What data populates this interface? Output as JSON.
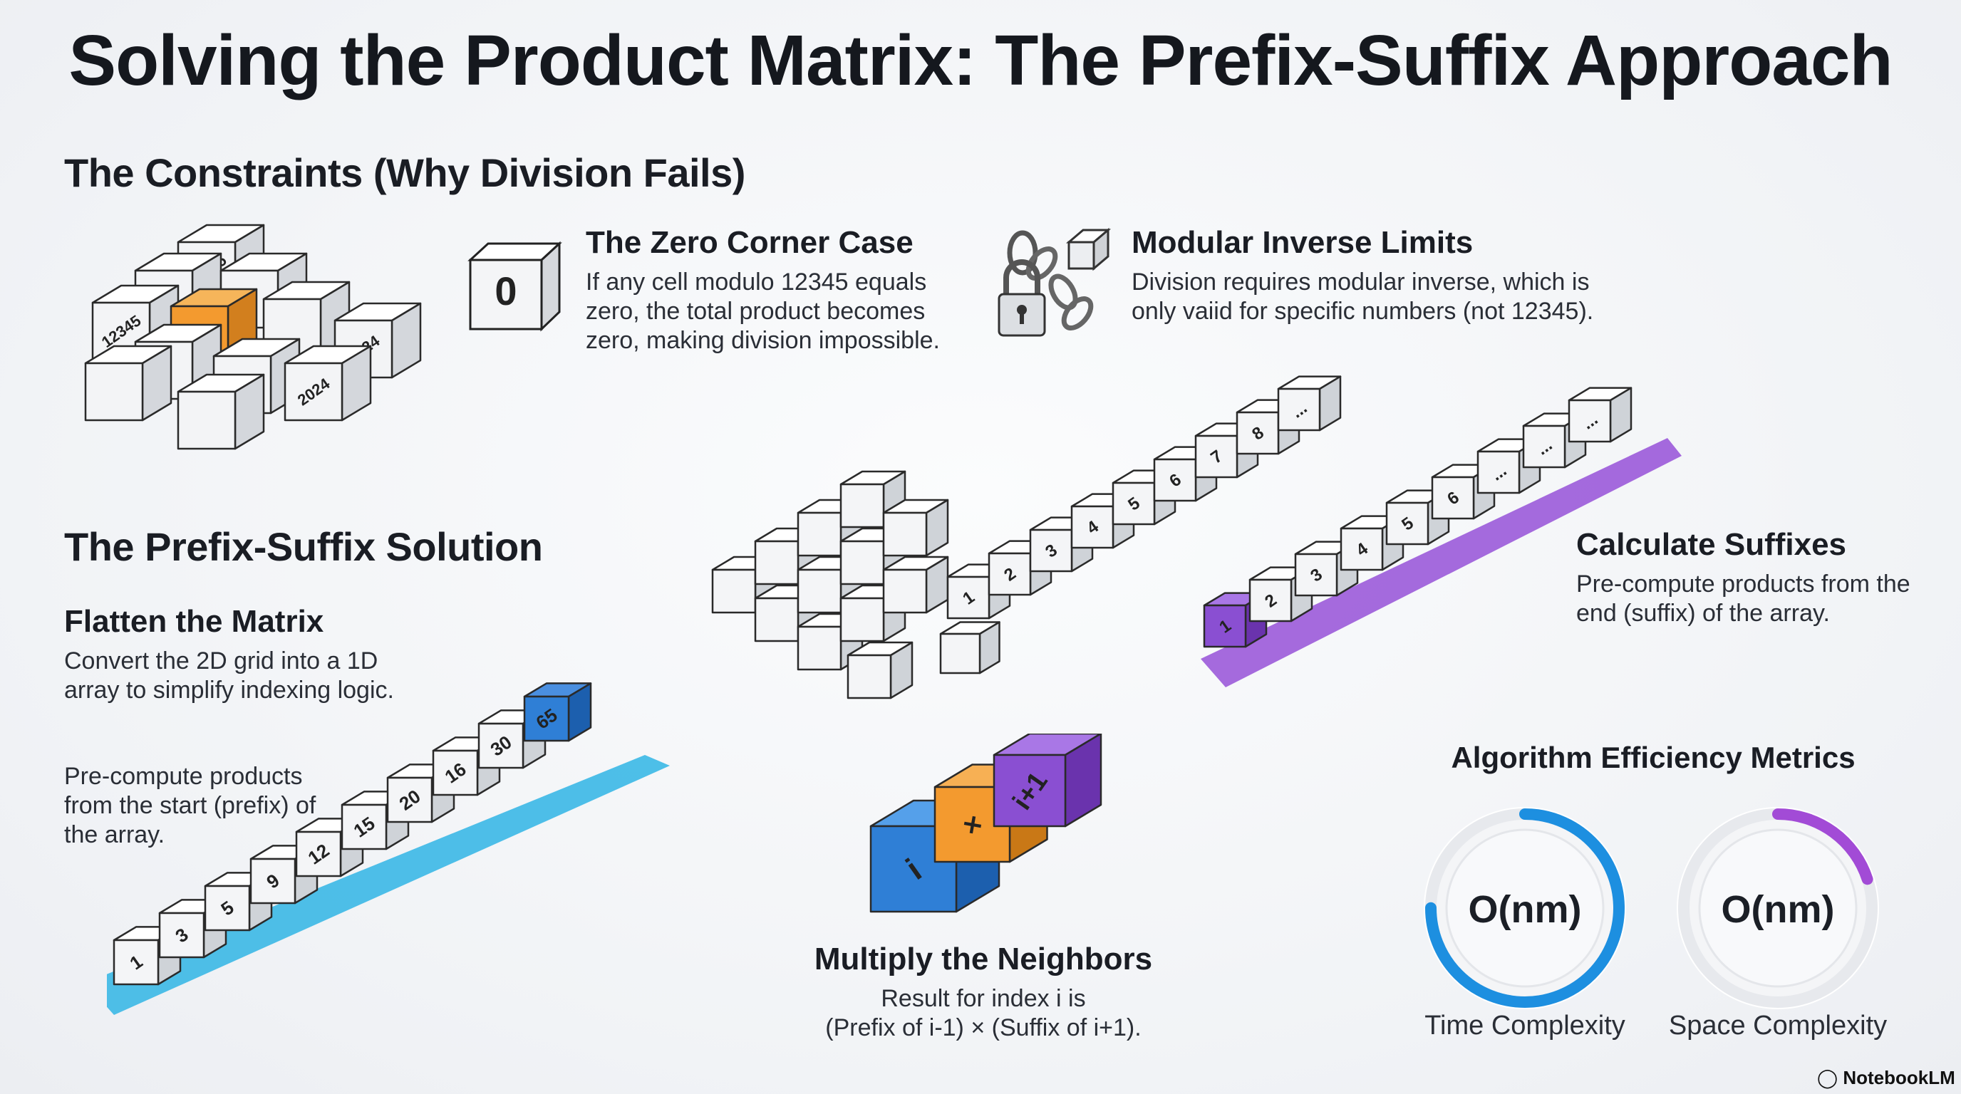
{
  "title": "Solving the Product Matrix: The Prefix-Suffix Approach",
  "constraints": {
    "heading": "The Constraints (Why Division Fails)",
    "grid_labels": [
      "12345",
      "12345",
      "0",
      "2024",
      "2024"
    ],
    "zero_case": {
      "heading": "The Zero Corner Case",
      "body": "If any cell modulo 12345 equals zero, the total product becomes zero, making division impossible.",
      "cube_label": "0"
    },
    "modular_inverse": {
      "heading": "Modular Inverse Limits",
      "body": "Division requires modular inverse, which is only vaiid for specific numbers (not 12345)."
    }
  },
  "solution": {
    "heading": "The Prefix-Suffix Solution",
    "flatten": {
      "heading": "Flatten the Matrix",
      "body": "Convert the 2D grid into a 1D array to simplify indexing logic."
    },
    "flatten_array": [
      "1",
      "2",
      "3",
      "4",
      "5",
      "6",
      "7",
      "8",
      "..."
    ],
    "prefix": {
      "body": "Pre-compute products from the start (prefix) of the array.",
      "values": [
        "1",
        "3",
        "5",
        "9",
        "12",
        "15",
        "20",
        "16",
        "30",
        "65"
      ]
    },
    "suffix": {
      "heading": "Calculate Suffixes",
      "body": "Pre-compute products from the end (suffix) of the array.",
      "values": [
        "1",
        "2",
        "3",
        "4",
        "5",
        "6",
        "...",
        "...",
        "..."
      ]
    },
    "neighbors": {
      "heading": "Multiply the Neighbors",
      "body_line1": "Result for index i is",
      "body_line2": "(Prefix of i-1) × (Suffix of i+1).",
      "cubes": [
        "i",
        "×",
        "i+1"
      ]
    }
  },
  "metrics": {
    "heading": "Algorithm Efficiency Metrics",
    "time": {
      "value": "O(nm)",
      "label": "Time Complexity",
      "fill": 0.75,
      "color": "#1d8fe0"
    },
    "space": {
      "value": "O(nm)",
      "label": "Space Complexity",
      "fill": 0.2,
      "color": "#a24bd6"
    }
  },
  "credit": "NotebookLM",
  "colors": {
    "blue": "#2f7fd6",
    "orange": "#f39a2f",
    "purple": "#8a4fd2",
    "cyan": "#3bb8e6",
    "violet": "#9b5ad9"
  },
  "icons": [
    "zero-cube-icon",
    "padlock-chain-icon",
    "notebooklm-logo-icon"
  ]
}
